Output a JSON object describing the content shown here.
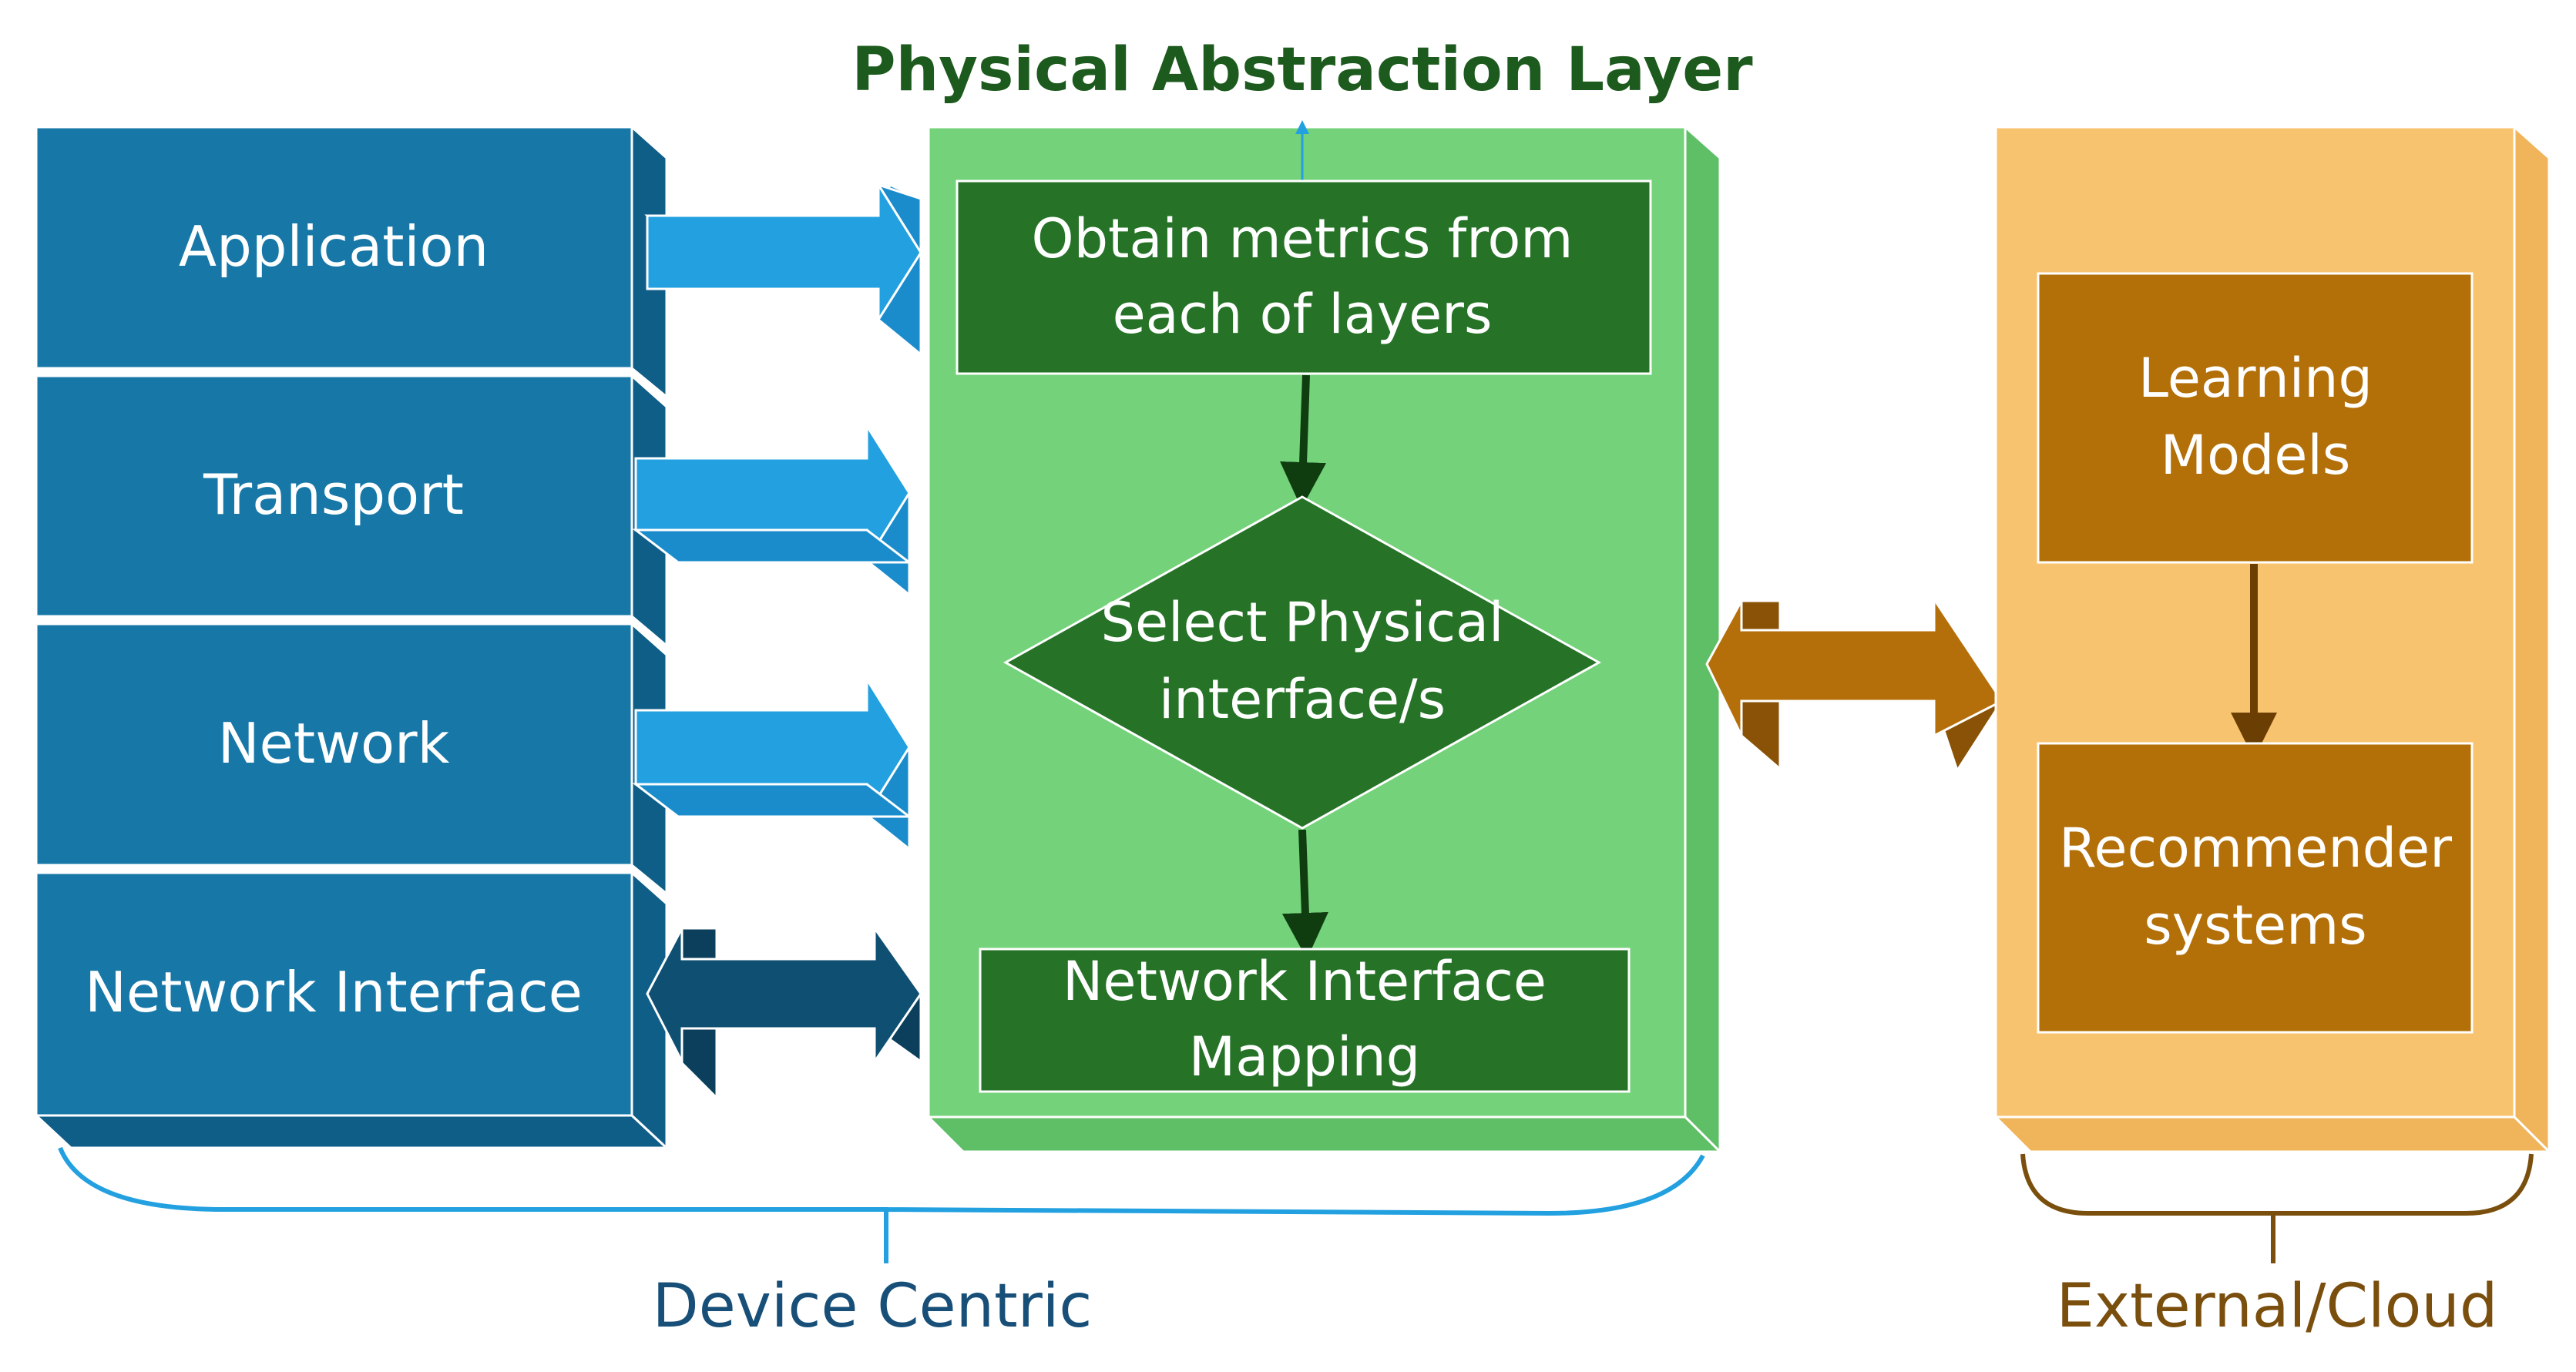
{
  "title": "Physical Abstraction Layer",
  "stack_layers": [
    "Application",
    "Transport",
    "Network",
    "Network Interface"
  ],
  "pal_steps": {
    "obtain": [
      "Obtain metrics from",
      "each of layers"
    ],
    "select": [
      "Select Physical",
      "interface/s"
    ],
    "mapping": [
      "Network Interface",
      "Mapping"
    ]
  },
  "cloud_boxes": {
    "learning": [
      "Learning",
      "Models"
    ],
    "recommender": [
      "Recommender",
      "systems"
    ]
  },
  "braces": {
    "device": "Device Centric",
    "external": "External/Cloud"
  },
  "colors": {
    "stack_fill": "#1778a8",
    "stack_side": "#0f5e88",
    "arrow_light": "#22a0e0",
    "arrow_dark": "#0f4f72",
    "pal_fill": "#74d27a",
    "pal_step_fill": "#267328",
    "cloud_fill": "#f8c36e",
    "cloud_box_fill": "#b36f08",
    "cloud_arrow": "#b46f0a",
    "title_color": "#1d5a1d",
    "device_brace": "#22a0e0",
    "device_label": "#174f78",
    "external_brace": "#7a4f0e",
    "external_label": "#7a4f0e"
  }
}
